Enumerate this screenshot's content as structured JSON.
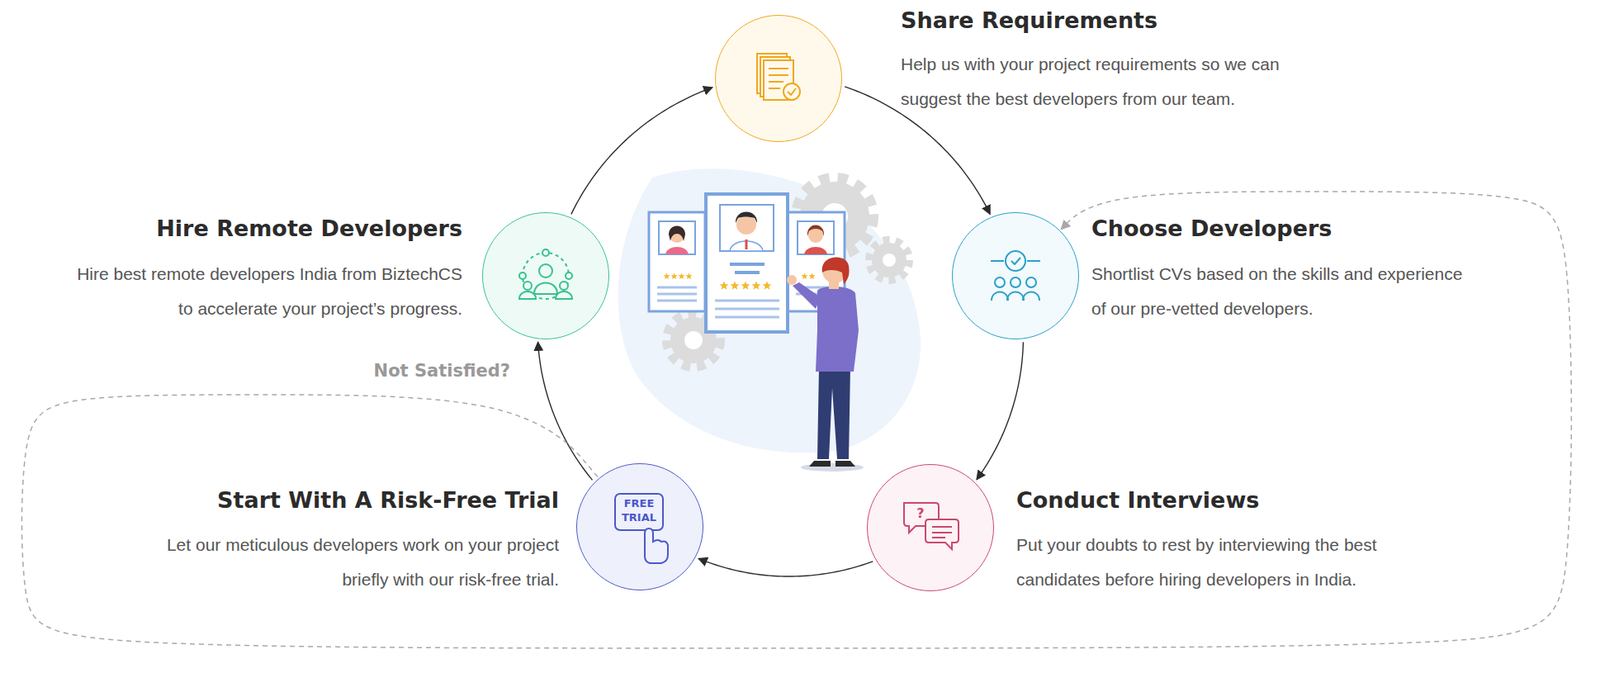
{
  "diagram": {
    "nodes": [
      {
        "text": [
          "Share Requirements",
          "Help us with your project requirements so we can suggest the best developers from our team."
        ]
      },
      {
        "text": [
          "Choose Developers",
          "Shortlist CVs based on the skills and experience of our pre-vetted developers."
        ]
      },
      {
        "text": [
          "Conduct Interviews",
          "Put your doubts to rest by interviewing the best candidates before hiring developers in India."
        ]
      },
      {
        "text": [
          "Start With A Risk-Free Trial",
          "Let our meticulous developers work on your project briefly with our risk-free trial."
        ]
      },
      {
        "text": [
          "Hire Remote Developers",
          "Hire best remote developers India from BiztechCS to accelerate your project’s progress."
        ]
      }
    ],
    "edges": [
      {
        "from": 0,
        "to": 1,
        "arrow": "to"
      },
      {
        "from": 1,
        "to": 2,
        "arrow": "to"
      },
      {
        "from": 2,
        "to": 3,
        "arrow": "to"
      },
      {
        "from": 3,
        "to": 4,
        "arrow": "to"
      },
      {
        "from": 4,
        "to": 0,
        "arrow": "to"
      },
      {
        "from": 3,
        "to": 1,
        "label": "Not Satisfied?",
        "arrow": "to"
      }
    ],
    "labels": [
      "FREE TRIAL",
      "?"
    ]
  }
}
